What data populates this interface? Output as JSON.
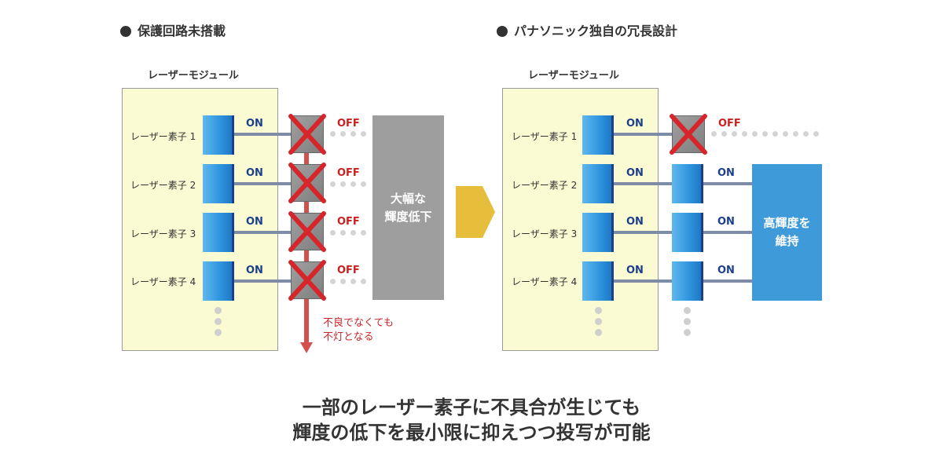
{
  "left": {
    "heading": "保護回路未搭載",
    "module_label": "レーザーモジュール",
    "elements": [
      {
        "label": "レーザー素子 1",
        "state": "ON",
        "output": "OFF"
      },
      {
        "label": "レーザー素子 2",
        "state": "ON",
        "output": "OFF"
      },
      {
        "label": "レーザー素子 3",
        "state": "ON",
        "output": "OFF"
      },
      {
        "label": "レーザー素子 4",
        "state": "ON",
        "output": "OFF"
      }
    ],
    "result_line1": "大幅な",
    "result_line2": "輝度低下",
    "note_line1": "不良でなくても",
    "note_line2": "不灯となる"
  },
  "right": {
    "heading": "パナソニック独自の冗長設計",
    "module_label": "レーザーモジュール",
    "elements": [
      {
        "label": "レーザー素子 1",
        "state": "ON",
        "output": "OFF"
      },
      {
        "label": "レーザー素子 2",
        "state": "ON",
        "output": "ON"
      },
      {
        "label": "レーザー素子 3",
        "state": "ON",
        "output": "ON"
      },
      {
        "label": "レーザー素子 4",
        "state": "ON",
        "output": "ON"
      }
    ],
    "result_line1": "高輝度を",
    "result_line2": "維持"
  },
  "colors": {
    "chip_blue": "#2f94de",
    "panel_yellow": "#fbfbd3",
    "gray_result": "#9e9e9e",
    "blue_result": "#3f9ad9",
    "arrow_yellow": "#e7bd3c",
    "fail_red": "#cc1f1f"
  },
  "footer": {
    "line1": "一部のレーザー素子に不具合が生じても",
    "line2": "輝度の低下を最小限に抑えつつ投写が可能"
  }
}
